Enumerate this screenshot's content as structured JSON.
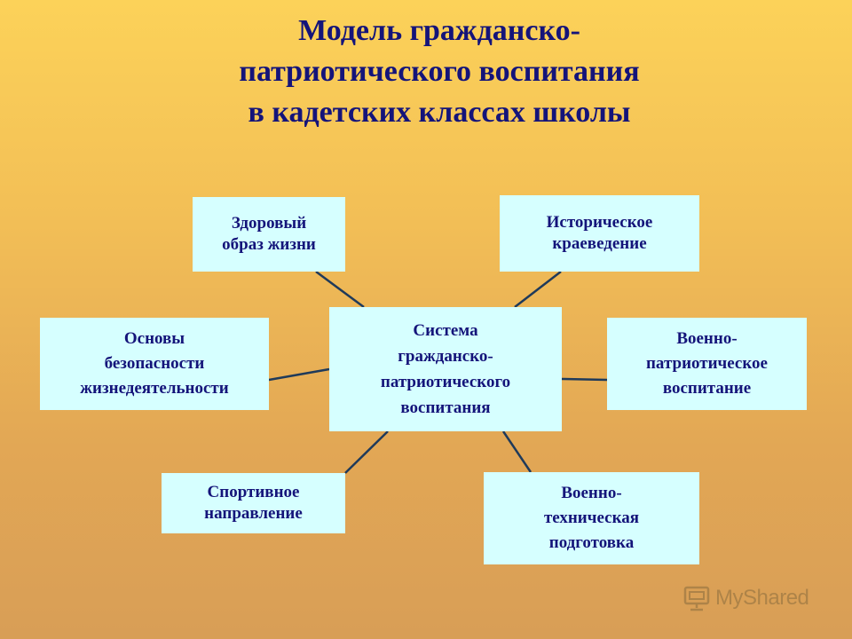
{
  "title": {
    "lines": [
      "Модель гражданско-",
      "патриотического воспитания",
      "в кадетских классах школы"
    ]
  },
  "center": {
    "lines": [
      "Система",
      "гражданско-",
      "патриотического",
      "воспитания"
    ]
  },
  "nodes": [
    {
      "lines": [
        "Здоровый",
        "образ жизни"
      ]
    },
    {
      "lines": [
        "Историческое",
        "краеведение"
      ]
    },
    {
      "lines": [
        "Основы",
        "безопасности",
        "жизнедеятельности"
      ]
    },
    {
      "lines": [
        "Военно-",
        "патриотическое",
        "воспитание"
      ]
    },
    {
      "lines": [
        "Спортивное",
        "направление"
      ]
    },
    {
      "lines": [
        "Военно-",
        "техническая",
        "подготовка"
      ]
    }
  ],
  "watermark": {
    "text": "MyShared"
  },
  "colors": {
    "text": "#14147A",
    "box_fill": "#D6FFFF",
    "connector": "#1F3A5A"
  }
}
